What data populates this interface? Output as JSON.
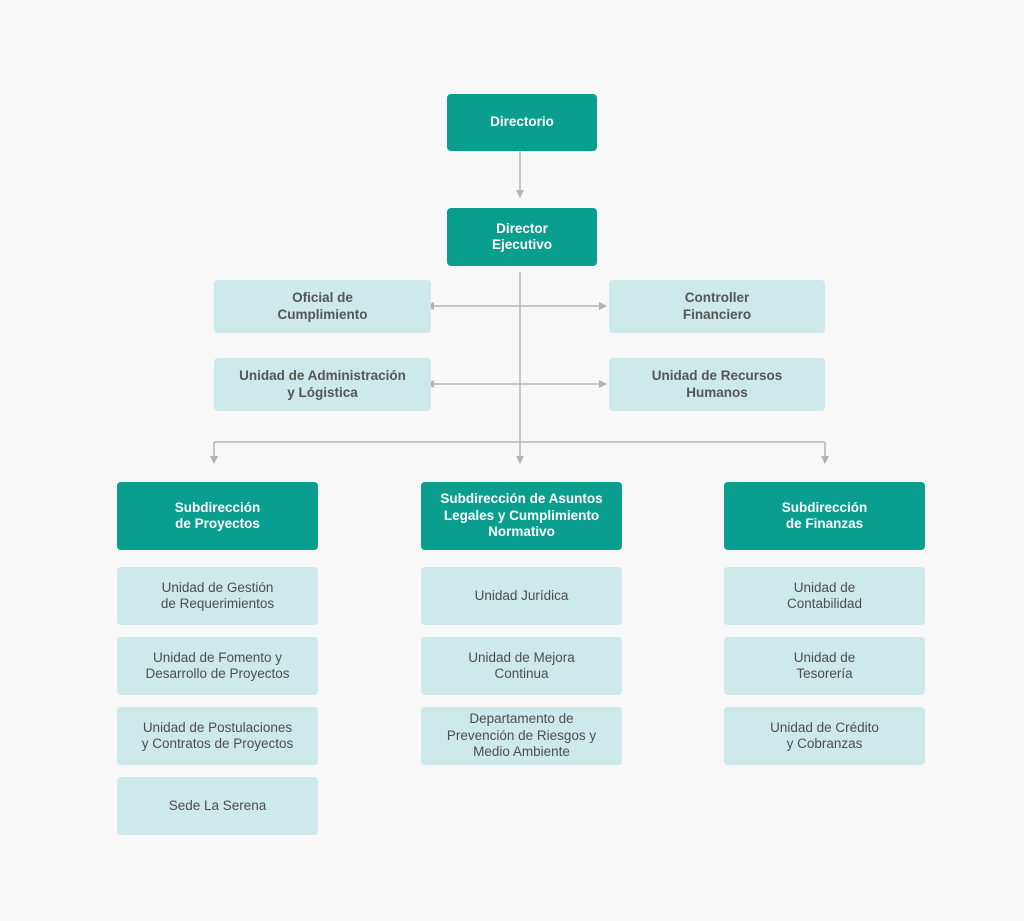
{
  "colors": {
    "primary": "#0a9e8f",
    "secondary": "#cde9e9",
    "connector": "#b3b3b3"
  },
  "top": {
    "directorio": "Directorio",
    "director_ejecutivo": "Director\nEjecutivo"
  },
  "staff": {
    "oficial_cumplimiento": "Oficial de\nCumplimiento",
    "controller_financiero": "Controller\nFinanciero",
    "unidad_administracion": "Unidad de Administración\ny Lógistica",
    "unidad_recursos_humanos": "Unidad de Recursos\nHumanos"
  },
  "columns": [
    {
      "header": "Subdirección\nde Proyectos",
      "units": [
        "Unidad de Gestión\nde Requerimientos",
        "Unidad de Fomento y\nDesarrollo de Proyectos",
        "Unidad de Postulaciones\ny Contratos de Proyectos",
        "Sede La Serena"
      ]
    },
    {
      "header": "Subdirección de Asuntos\nLegales y Cumplimiento\nNormativo",
      "units": [
        "Unidad Jurídica",
        "Unidad de Mejora\nContinua",
        "Departamento de\nPrevención de Riesgos y\nMedio Ambiente"
      ]
    },
    {
      "header": "Subdirección\nde Finanzas",
      "units": [
        "Unidad de\nContabilidad",
        "Unidad de\nTesorería",
        "Unidad de Crédito\ny Cobranzas"
      ]
    }
  ]
}
